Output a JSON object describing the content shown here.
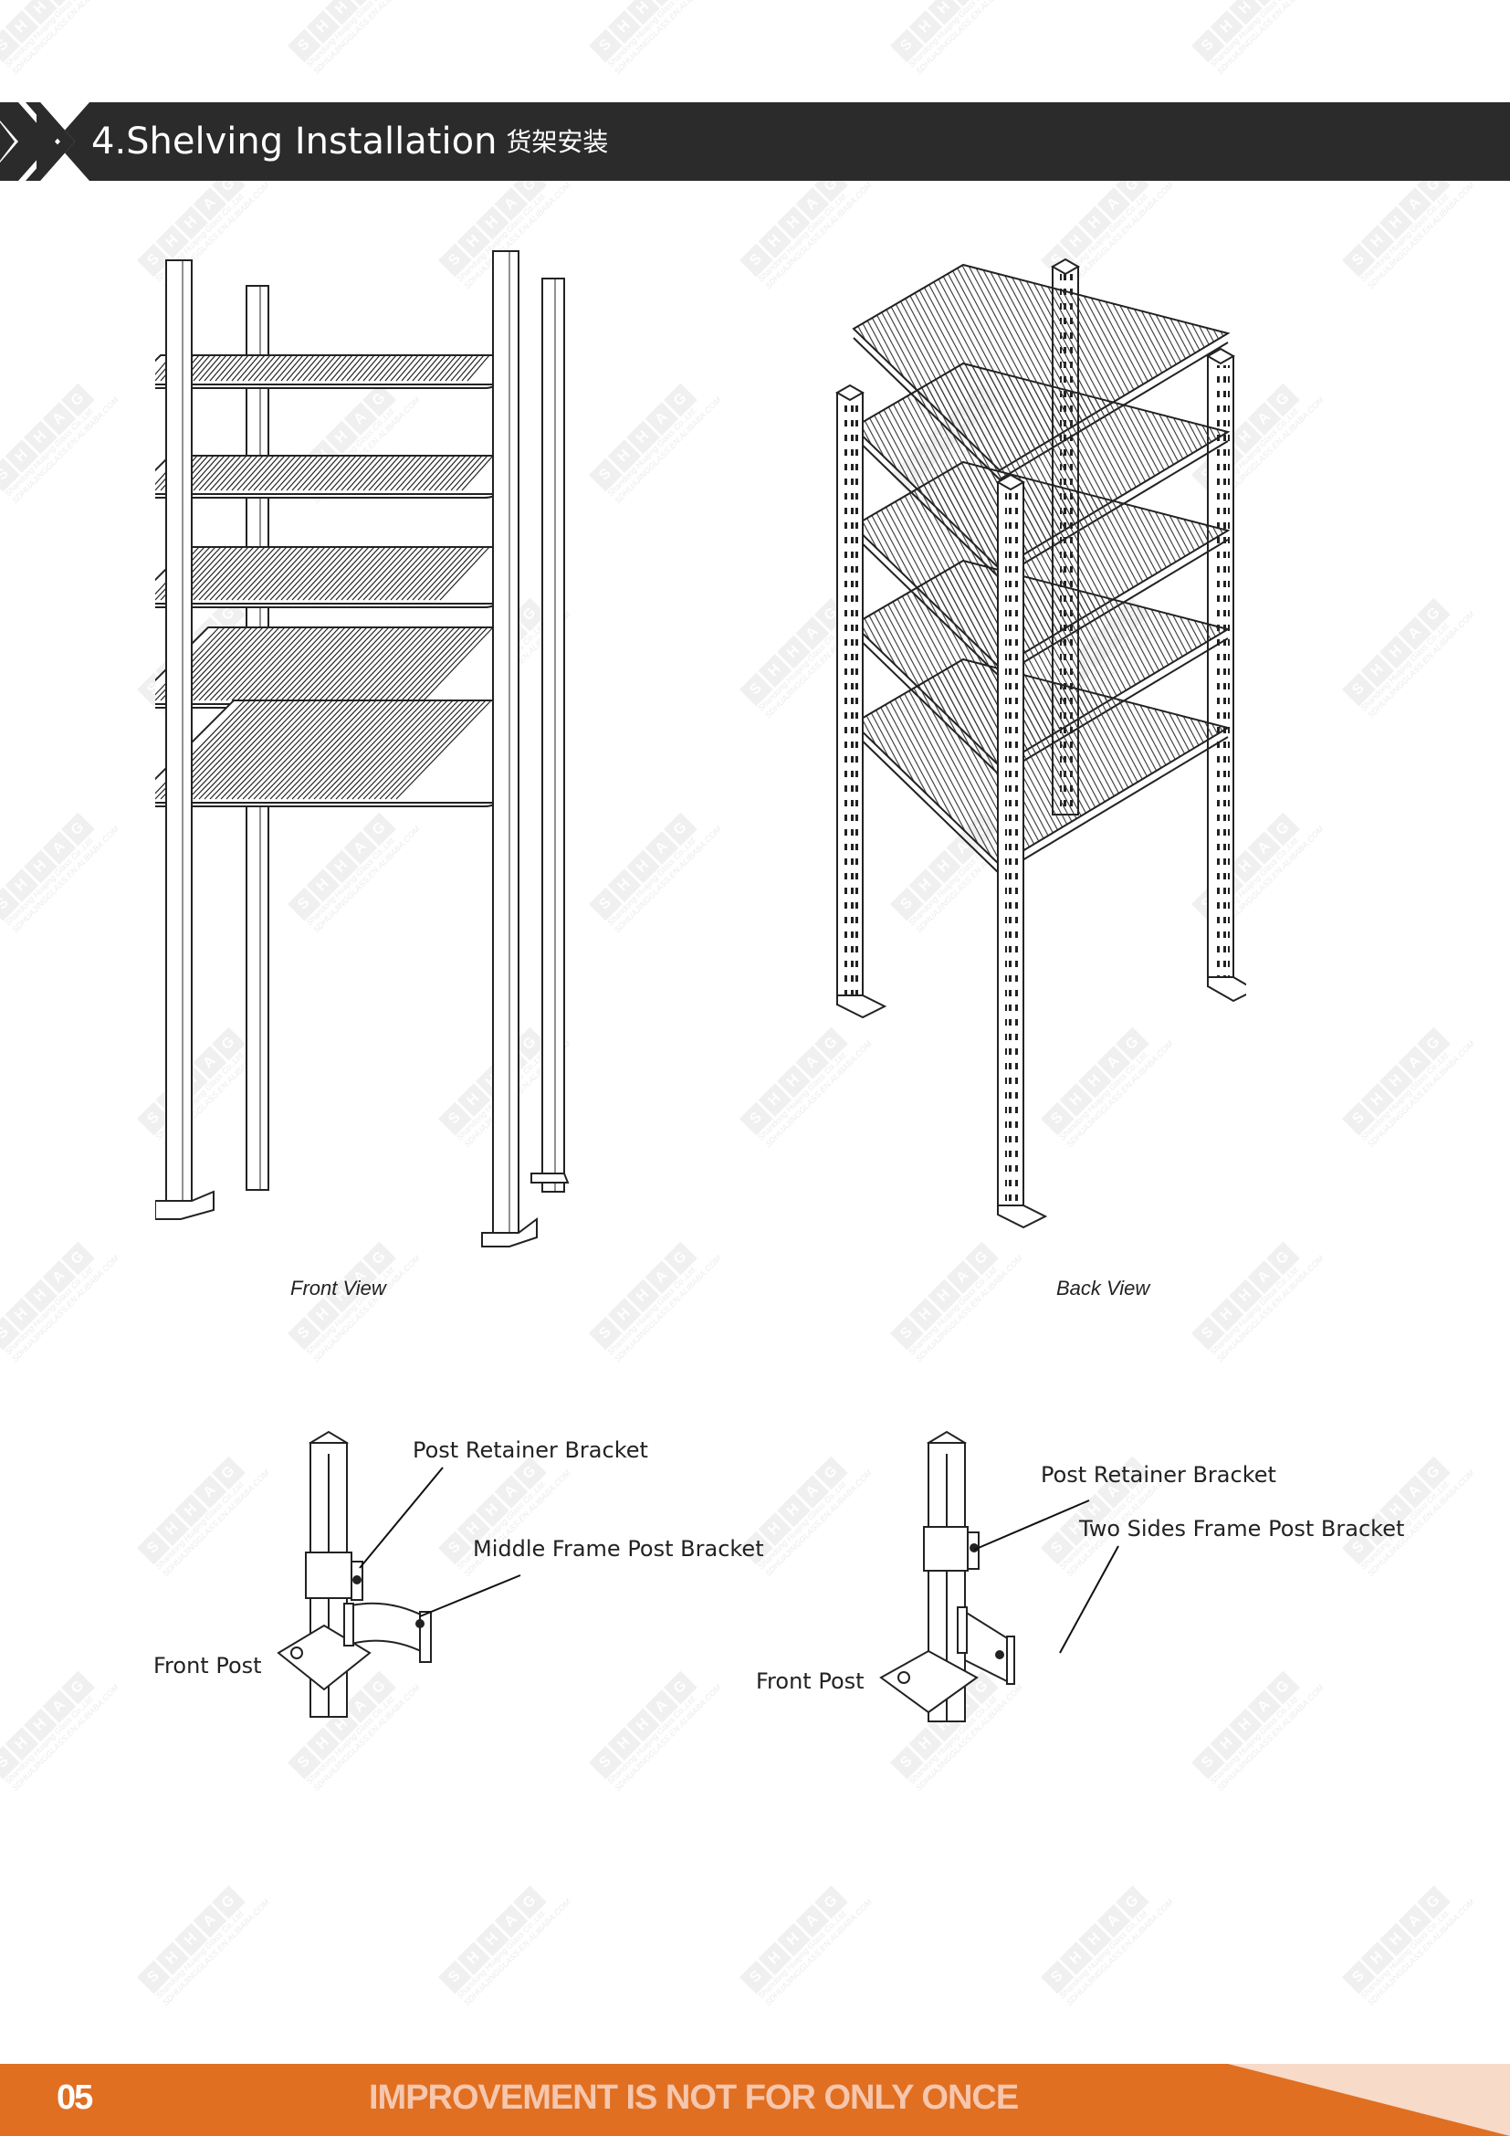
{
  "header": {
    "section_title": "4.Shelving Installation",
    "section_title_cn": "货架安装",
    "band_color": "#2b2b2b"
  },
  "figures": {
    "front_view": {
      "caption": "Front View",
      "shelf_count": 5
    },
    "back_view": {
      "caption": "Back View",
      "shelf_count": 5
    }
  },
  "details": {
    "left": {
      "labels": {
        "top_bracket": "Post Retainer Bracket",
        "side_bracket": "Middle Frame Post Bracket",
        "post": "Front Post"
      }
    },
    "right": {
      "labels": {
        "top_bracket": "Post Retainer Bracket",
        "side_bracket": "Two Sides Frame Post Bracket",
        "post": "Front Post"
      }
    }
  },
  "watermark": {
    "letters": [
      "S",
      "H",
      "H",
      "A",
      "G"
    ],
    "line1": "Shandong Huajing Glass Co.,Ltd.",
    "line2": "SDHUAJINGGLASS.EN.ALIBABA.COM"
  },
  "footer": {
    "page_number": "05",
    "slogan": "IMPROVEMENT IS NOT FOR ONLY ONCE",
    "band_color": "#e06f22",
    "accent_color": "#f7dac7",
    "slogan_color": "#f6c6ad"
  }
}
